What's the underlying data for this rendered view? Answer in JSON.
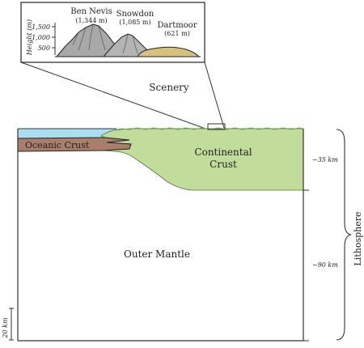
{
  "inset": {
    "peaks": [
      {
        "name": "Ben Nevis",
        "height_label": "(1,344 m)"
      },
      {
        "name": "Snowdon",
        "height_label": "(1,085 m)"
      },
      {
        "name": "Dartmoor",
        "height_label": "(621 m)"
      }
    ],
    "axis_title": "Height (m)",
    "ticks": [
      "1,500",
      "1,000",
      "500"
    ]
  },
  "labels": {
    "scenery": "Scenery",
    "oceanic_crust": "Oceanic Crust",
    "continental_crust": "Continental Crust",
    "outer_mantle": "Outer Mantle",
    "lithosphere": "Lithosphere",
    "depth_crust": "~35 km",
    "depth_mantle": "~90 km",
    "scale_bar": "20 km"
  },
  "colors": {
    "ocean": "#a9dff0",
    "oceanic_crust": "#a97f6b",
    "continental_crust": "#c2dc9c",
    "mountain_grey": "#a9a9a9",
    "moor": "#d6c27e",
    "line": "#333333"
  }
}
